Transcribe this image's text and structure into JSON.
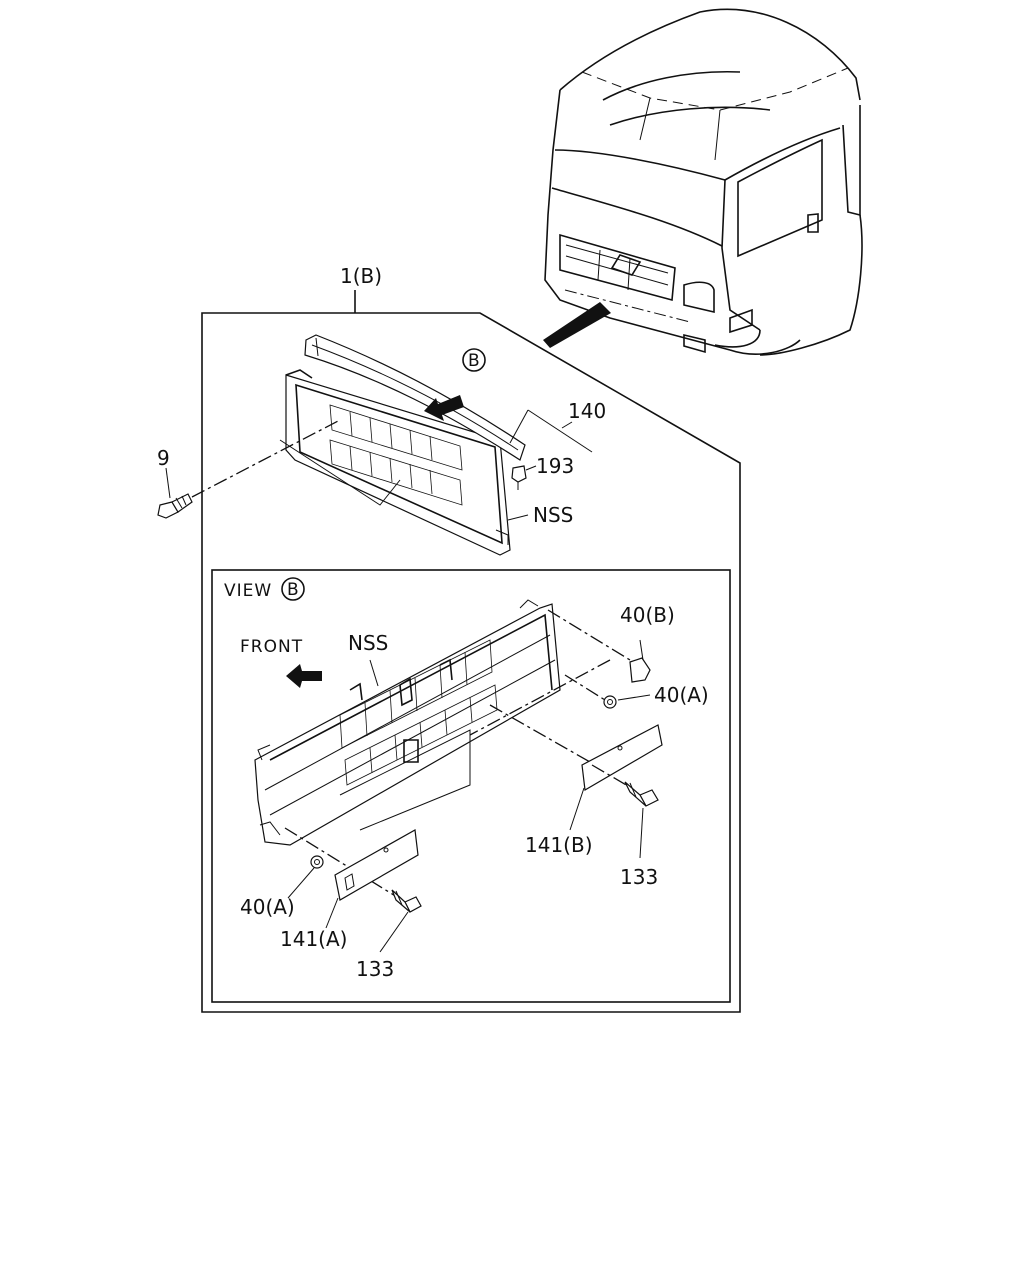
{
  "labels": {
    "assembly": "1(B)",
    "view_marker": "B",
    "screw": "9",
    "seal": "140",
    "clip": "193",
    "nss_top": "NSS",
    "view_title": "VIEW",
    "front": "FRONT",
    "nss_view": "NSS",
    "nut_b": "40(B)",
    "nut_a_right": "40(A)",
    "bracket_b": "141(B)",
    "bolt_right": "133",
    "nut_a_left": "40(A)",
    "bracket_a": "141(A)",
    "bolt_left": "133"
  },
  "icons": {
    "direction_arrow_top": "arrow-left-icon",
    "front_arrow": "arrow-left-icon",
    "view_circle": "circle-letter-icon"
  },
  "colors": {
    "line": "#111111",
    "background": "#ffffff"
  }
}
